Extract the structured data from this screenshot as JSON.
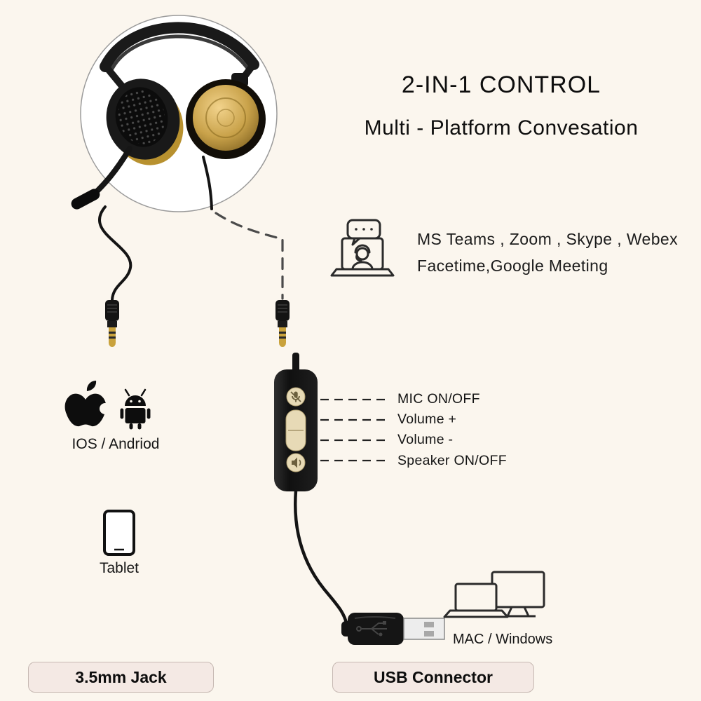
{
  "header": {
    "title": "2-IN-1 CONTROL",
    "subtitle": "Multi - Platform Convesation"
  },
  "platforms": {
    "line1": "MS Teams , Zoom , Skype , Webex",
    "line2": "Facetime,Google Meeting"
  },
  "remote": {
    "labels": [
      "MIC ON/OFF",
      "Volume +",
      "Volume -",
      "Speaker ON/OFF"
    ]
  },
  "devices": {
    "os_label": "IOS / Andriod",
    "tablet_label": "Tablet",
    "computer_label": "MAC / Windows"
  },
  "footer": {
    "jack_label": "3.5mm Jack",
    "usb_label": "USB Connector"
  },
  "icons": {
    "video_call": "laptop with headset person and chat bubble",
    "apple": "apple logo silhouette",
    "android": "android robot silhouette",
    "tablet": "tablet outline",
    "computers": "laptop and monitor outline"
  },
  "colors": {
    "background": "#fbf6ee",
    "gold": "#c9a24a",
    "label_box_bg": "#f4e9e4",
    "label_box_border": "#c6b8b2",
    "ink": "#111111"
  }
}
